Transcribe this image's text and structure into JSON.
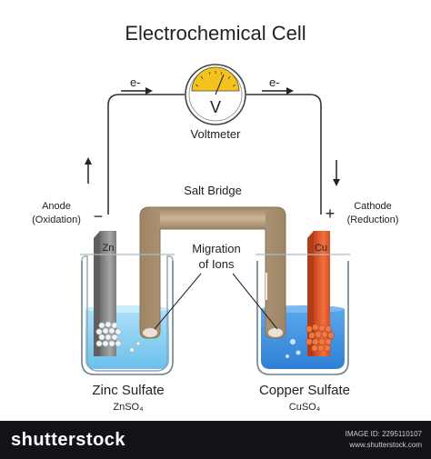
{
  "title": "Electrochemical Cell",
  "voltmeter": {
    "symbol": "V",
    "label": "Voltmeter"
  },
  "electron_flow": {
    "left": "e-",
    "right": "e-"
  },
  "salt_bridge": "Salt Bridge",
  "migration": {
    "line1": "Migration",
    "line2": "of Ions"
  },
  "anode": {
    "line1": "Anode",
    "line2": "(Oxidation)",
    "sign": "−",
    "electrode": "Zn"
  },
  "cathode": {
    "line1": "Cathode",
    "line2": "(Reduction)",
    "sign": "+",
    "electrode": "Cu"
  },
  "left_solution": {
    "name": "Zinc Sulfate",
    "formula": "ZnSO₄"
  },
  "right_solution": {
    "name": "Copper Sulfate",
    "formula": "CuSO₄"
  },
  "footer": {
    "brand": "shutterstock",
    "image_id": "IMAGE ID: 2295110107",
    "site": "www.shutterstock.com"
  },
  "colors": {
    "zinc": "#8c8c8c",
    "copper": "#e0552a",
    "bridge": "#b79e7e",
    "solution_left": "#8fd0f0",
    "solution_right": "#3f93e0",
    "meter": "#f3c21c"
  }
}
